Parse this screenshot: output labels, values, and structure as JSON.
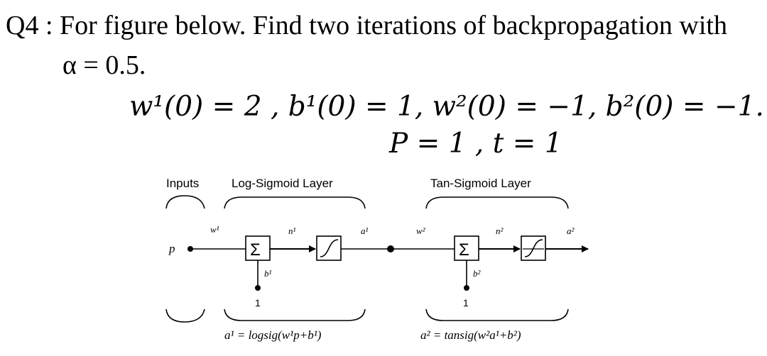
{
  "question": {
    "label": "Q4 :",
    "text": "For figure below. Find two iterations of backpropagation with",
    "alpha_line": "α = 0.5."
  },
  "equations": {
    "initial_values": "w¹(0) = 2 , b¹(0) = 1, w²(0) =  −1, b²(0) =  −1.",
    "input_target": "P = 1 , t = 1"
  },
  "diagram": {
    "inputs_label": "Inputs",
    "layer1_label": "Log-Sigmoid Layer",
    "layer2_label": "Tan-Sigmoid Layer",
    "input_symbol": "p",
    "w1": "w¹",
    "n1": "n¹",
    "a1": "a¹",
    "b1": "b¹",
    "w2": "w²",
    "n2": "n²",
    "a2": "a²",
    "b2": "b²",
    "bias_one_1": "1",
    "bias_one_2": "1",
    "sum_symbol": "Σ",
    "formula1": "a¹ = logsig(w¹p+b¹)",
    "formula2": "a² = tansig(w²a¹+b²)"
  }
}
